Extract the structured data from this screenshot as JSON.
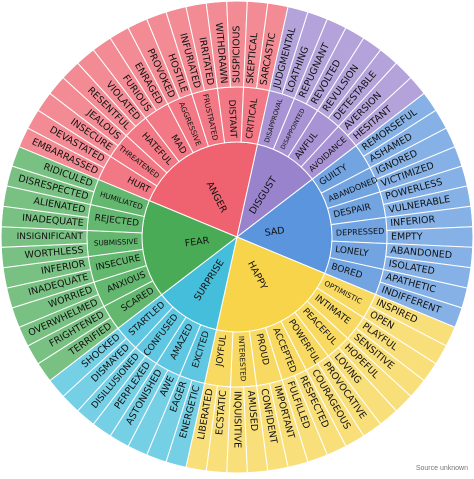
{
  "source_note": "Source unknown",
  "wheel": {
    "emotions": [
      {
        "name": "ANGER",
        "color": "#ef6270",
        "groups": [
          {
            "name": "HURT",
            "words": [
              "EMBARRASSED",
              "DEVASTATED"
            ]
          },
          {
            "name": "THREATENED",
            "words": [
              "INSECURE",
              "JEALOUS"
            ]
          },
          {
            "name": "HATEFUL",
            "words": [
              "RESENTFUL",
              "VIOLATED"
            ]
          },
          {
            "name": "MAD",
            "words": [
              "FURIOUS",
              "ENRAGED"
            ]
          },
          {
            "name": "AGGRESSIVE",
            "words": [
              "PROVOKED",
              "HOSTILE"
            ]
          },
          {
            "name": "FRUSTRATED",
            "words": [
              "INFURIATED",
              "IRRITATED"
            ]
          },
          {
            "name": "DISTANT",
            "words": [
              "WITHDRAWN",
              "SUSPICIOUS"
            ]
          },
          {
            "name": "CRITICAL",
            "words": [
              "SKEPTICAL",
              "SARCASTIC"
            ]
          }
        ]
      },
      {
        "name": "DISGUST",
        "color": "#9a83cd",
        "groups": [
          {
            "name": "DISAPPROVAL",
            "words": [
              "JUDGMENTAL",
              "LOATHING"
            ]
          },
          {
            "name": "DISAPPOINTED",
            "words": [
              "REPUGNANT",
              "REVOLTED"
            ]
          },
          {
            "name": "AWFUL",
            "words": [
              "REVULSION",
              "DETESTABLE"
            ]
          },
          {
            "name": "AVOIDANCE",
            "words": [
              "AVERSION",
              "HESITANT"
            ]
          }
        ]
      },
      {
        "name": "SAD",
        "color": "#5b95dd",
        "groups": [
          {
            "name": "GUILTY",
            "words": [
              "REMORSEFUL",
              "ASHAMED"
            ]
          },
          {
            "name": "ABANDONED",
            "words": [
              "IGNORED",
              "VICTIMIZED"
            ]
          },
          {
            "name": "DESPAIR",
            "words": [
              "POWERLESS",
              "VULNERABLE"
            ]
          },
          {
            "name": "DEPRESSED",
            "words": [
              "INFERIOR",
              "EMPTY"
            ]
          },
          {
            "name": "LONELY",
            "words": [
              "ABANDONED",
              "ISOLATED"
            ]
          },
          {
            "name": "BORED",
            "words": [
              "APATHETIC",
              "INDIFFERENT"
            ]
          }
        ]
      },
      {
        "name": "HAPPY",
        "color": "#f7d44a",
        "groups": [
          {
            "name": "OPTIMISTIC",
            "words": [
              "INSPIRED",
              "OPEN"
            ]
          },
          {
            "name": "INTIMATE",
            "words": [
              "PLAYFUL",
              "SENSITIVE"
            ]
          },
          {
            "name": "PEACEFUL",
            "words": [
              "HOPEFUL",
              "LOVING"
            ]
          },
          {
            "name": "POWERFUL",
            "words": [
              "PROVOCATIVE",
              "COURAGEOUS"
            ]
          },
          {
            "name": "ACCEPTED",
            "words": [
              "RESPECTED",
              "FULFILLED"
            ]
          },
          {
            "name": "PROUD",
            "words": [
              "IMPORTANT",
              "CONFIDENT"
            ]
          },
          {
            "name": "INTERESTED",
            "words": [
              "AMUSED",
              "INQUISITIVE"
            ]
          },
          {
            "name": "JOYFUL",
            "words": [
              "ECSTATIC",
              "LIBERATED"
            ]
          }
        ]
      },
      {
        "name": "SURPRISE",
        "color": "#45bedc",
        "groups": [
          {
            "name": "EXCITED",
            "words": [
              "ENERGETIC",
              "EAGER"
            ]
          },
          {
            "name": "AMAZED",
            "words": [
              "AWE",
              "ASTONISHED"
            ]
          },
          {
            "name": "CONFUSED",
            "words": [
              "PERPLEXED",
              "DISILLUSIONED"
            ]
          },
          {
            "name": "STARTLED",
            "words": [
              "DISMAYED",
              "SHOCKED"
            ]
          }
        ]
      },
      {
        "name": "FEAR",
        "color": "#4aab57",
        "groups": [
          {
            "name": "SCARED",
            "words": [
              "TERRIFIED",
              "FRIGHTENED"
            ]
          },
          {
            "name": "ANXIOUS",
            "words": [
              "OVERWHELMED",
              "WORRIED"
            ]
          },
          {
            "name": "INSECURE",
            "words": [
              "INADEQUATE",
              "INFERIOR"
            ]
          },
          {
            "name": "SUBMISSIVE",
            "words": [
              "WORTHLESS",
              "INSIGNIFICANT"
            ]
          },
          {
            "name": "REJECTED",
            "words": [
              "INADEQUATE",
              "ALIENATED"
            ]
          },
          {
            "name": "HUMILIATED",
            "words": [
              "DISRESPECTED",
              "RIDICULED"
            ]
          }
        ]
      }
    ]
  }
}
